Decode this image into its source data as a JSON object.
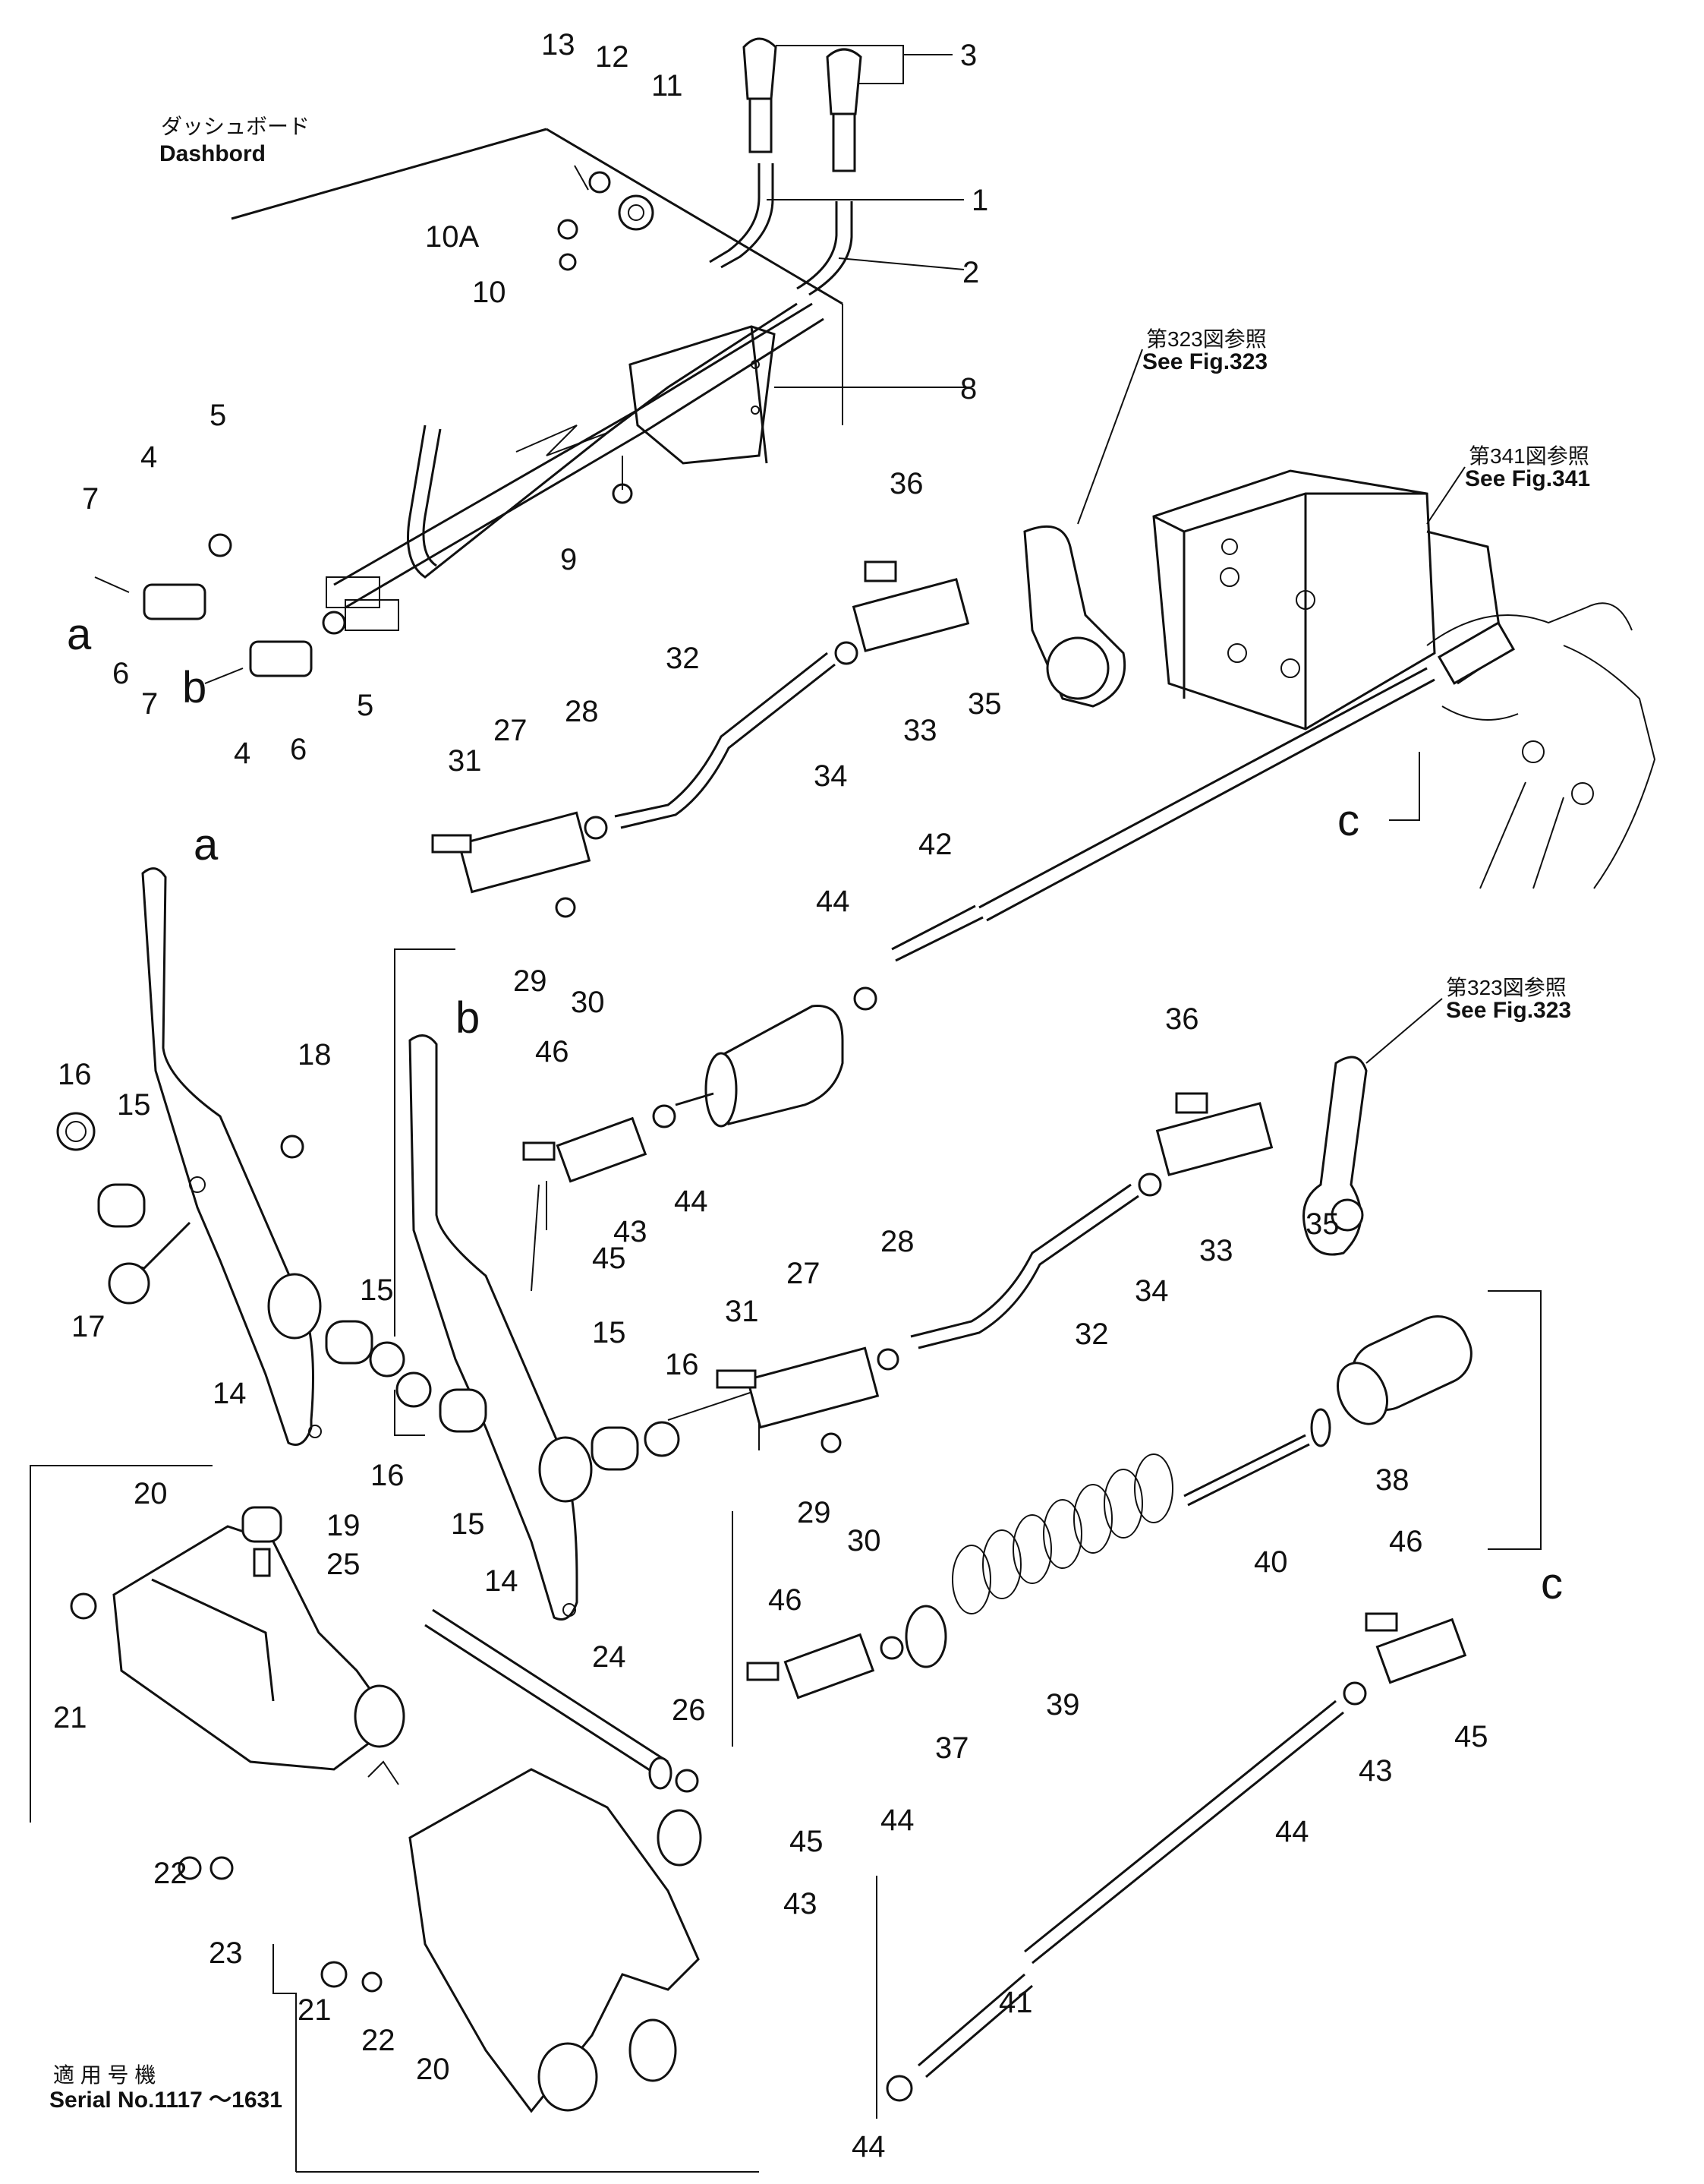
{
  "notes": {
    "dashboard_jp": "ダッシュボード",
    "dashboard_en": "Dashbord",
    "see323_jp": "第323図参照",
    "see323_en": "See  Fig.323",
    "see341_jp": "第341図参照",
    "see341_en": "See  Fig.341",
    "see323b_jp": "第323図参照",
    "see323b_en": "See  Fig.323",
    "serial_jp": "適 用 号 機",
    "serial_en": "Serial  No.1117 ～1631"
  },
  "letters": [
    "a",
    "b",
    "a",
    "b",
    "c",
    "c"
  ],
  "part_numbers": [
    "13",
    "12",
    "11",
    "3",
    "1",
    "2",
    "10A",
    "10",
    "8",
    "5",
    "4",
    "7",
    "a",
    "6",
    "7",
    "b",
    "4",
    "6",
    "5",
    "9",
    "36",
    "33",
    "35",
    "32",
    "34",
    "28",
    "27",
    "31",
    "29",
    "30",
    "42",
    "44",
    "16",
    "15",
    "18",
    "17",
    "14",
    "15",
    "16",
    "15",
    "46",
    "43",
    "45",
    "44",
    "36",
    "33",
    "35",
    "34",
    "32",
    "28",
    "27",
    "31",
    "15",
    "16",
    "29",
    "30",
    "14",
    "20",
    "19",
    "25",
    "21",
    "24",
    "26",
    "46",
    "44",
    "37",
    "39",
    "40",
    "38",
    "46",
    "43",
    "45",
    "44",
    "22",
    "23",
    "21",
    "22",
    "20",
    "41",
    "44",
    "45",
    "43"
  ],
  "colors": {
    "ink": "#111111",
    "paper": "#ffffff"
  }
}
